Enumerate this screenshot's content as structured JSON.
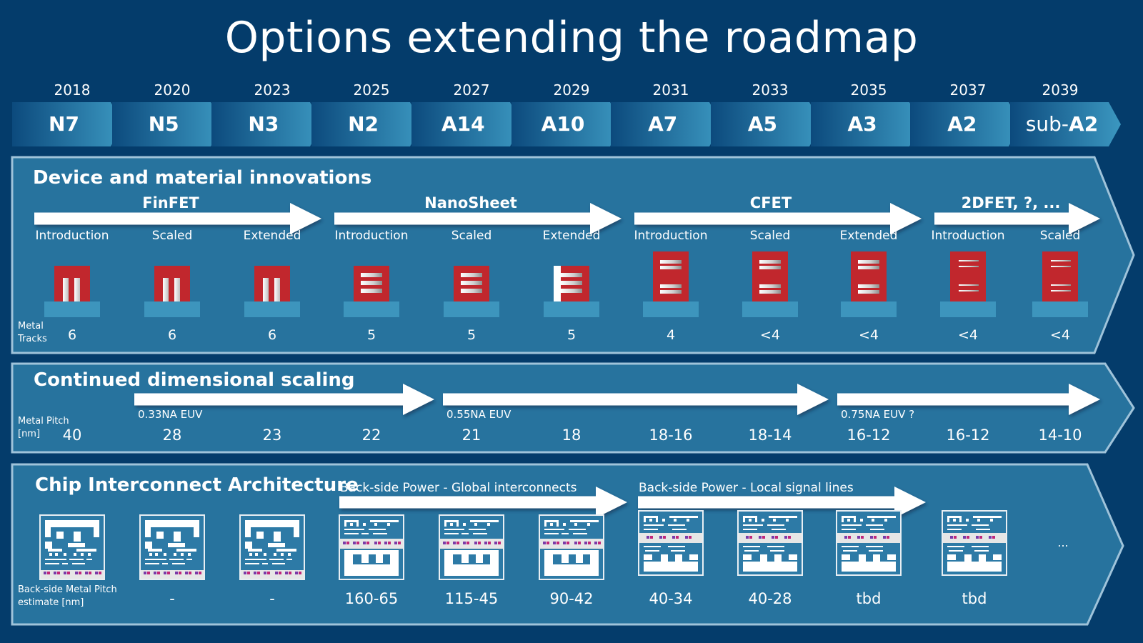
{
  "title": "Options extending the roadmap",
  "roadmap": [
    {
      "year": "2018",
      "node": "N7"
    },
    {
      "year": "2020",
      "node": "N5"
    },
    {
      "year": "2023",
      "node": "N3"
    },
    {
      "year": "2025",
      "node": "N2"
    },
    {
      "year": "2027",
      "node": "A14"
    },
    {
      "year": "2029",
      "node": "A10"
    },
    {
      "year": "2031",
      "node": "A7"
    },
    {
      "year": "2033",
      "node": "A5"
    },
    {
      "year": "2035",
      "node": "A3"
    },
    {
      "year": "2037",
      "node": "A2"
    },
    {
      "year": "2039",
      "node_prefix": "sub-",
      "node": "A2"
    }
  ],
  "device_panel": {
    "title": "Device and material innovations",
    "technologies": [
      {
        "name": "FinFET"
      },
      {
        "name": "NanoSheet"
      },
      {
        "name": "CFET"
      },
      {
        "name": "2DFET, ?, ..."
      }
    ],
    "stages": [
      "Introduction",
      "Scaled",
      "Extended",
      "Introduction",
      "Scaled",
      "Extended",
      "Introduction",
      "Scaled",
      "Extended",
      "Introduction",
      "Scaled"
    ],
    "device_types": [
      "finfet",
      "finfet",
      "finfet",
      "nanosheet",
      "nanosheet",
      "nanosheet-forksheet",
      "cfet",
      "cfet",
      "cfet",
      "2dfet",
      "2dfet"
    ],
    "metal_tracks_label_line1": "Metal",
    "metal_tracks_label_line2": "Tracks",
    "metal_tracks": [
      "6",
      "6",
      "6",
      "5",
      "5",
      "5",
      "4",
      "<4",
      "<4",
      "<4",
      "<4"
    ]
  },
  "scaling_panel": {
    "title": "Continued dimensional scaling",
    "euv_generations": [
      "0.33NA EUV",
      "0.55NA EUV",
      "0.75NA EUV ?"
    ],
    "metal_pitch_label_line1": "Metal Pitch",
    "metal_pitch_label_line2": "[nm]",
    "metal_pitch": [
      "40",
      "28",
      "23",
      "22",
      "21",
      "18",
      "18-16",
      "18-14",
      "16-12",
      "16-12",
      "14-10"
    ]
  },
  "interconnect_panel": {
    "title": "Chip Interconnect Architecture",
    "phases": [
      "Back-side Power - Global interconnects",
      "Back-side Power - Local signal lines"
    ],
    "chip_types": [
      "frontside",
      "frontside",
      "frontside",
      "bspdn-global",
      "bspdn-global",
      "bspdn-global",
      "bspdn-local",
      "bspdn-local",
      "bspdn-local",
      "bspdn-local"
    ],
    "bs_pitch_label_line1": "Back-side Metal Pitch",
    "bs_pitch_label_line2": "estimate [nm]",
    "bs_pitch": [
      "-",
      "-",
      "160-65",
      "115-45",
      "90-42",
      "40-34",
      "40-28",
      "tbd",
      "tbd"
    ],
    "first_value": "",
    "continuation": "..."
  },
  "colors": {
    "background": "#043c6b",
    "panel": "#27739e",
    "panel_border": "#9fc3da",
    "gate_red": "#c1272d",
    "substrate": "#3d95bd"
  }
}
